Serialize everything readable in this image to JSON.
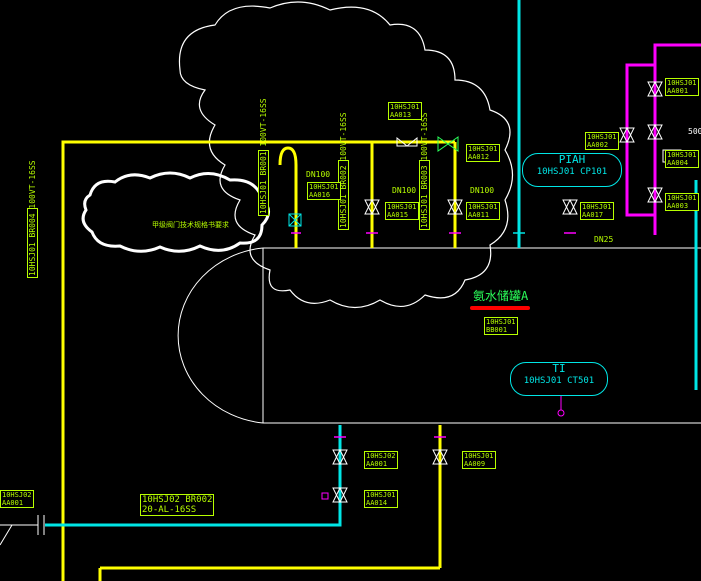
{
  "tags": {
    "aa013": "10HSJ01\nAA013",
    "aa012": "10HSJ01\nAA012",
    "aa016": "10HSJ01\nAA016",
    "aa015": "10HSJ01\nAA015",
    "aa011": "10HSJ01\nAA011",
    "aa017": "10HSJ01\nAA017",
    "aa002": "10HSJ01\nAA002",
    "aa001_right": "10HSJ01\nAA001",
    "aa004": "10HSJ01\nAA004",
    "aa003": "10HSJ01\nAA003",
    "bb001": "10HSJ01\nBB001",
    "aa001_bottom": "10HSJ02\nAA001",
    "aa014": "10HSJ01\nAA014",
    "aa009": "10HSJ01\nAA009",
    "left_edge": "10HSJ02\nAA001",
    "br002": "10HSJ02 BR002\n20-AL-16SS"
  },
  "vertical_tags": {
    "br004": "10HSJ01 BR004\n100VT-16SS",
    "br001": "10HSJ01 BR001\n100VT-16SS",
    "br002_v": "10HSJ01 BR002\n100VT-16SS",
    "br003": "10HSJ01 BR003\n100VT-16SS"
  },
  "labels": {
    "dn100_a": "DN100",
    "dn100_b": "DN100",
    "dn100_c": "DN100",
    "dn25": "DN25",
    "val500": "500"
  },
  "instruments": {
    "piah": {
      "top": "PIAH",
      "bottom": "10HSJ01 CP101"
    },
    "ti": {
      "top": "TI",
      "bottom": "10HSJ01 CT501"
    }
  },
  "tank_label": "氨水储罐A",
  "cloud_note": "甲级阀门技术规格书要求",
  "colors": {
    "yellow": "#ffff00",
    "cyan": "#00e6e6",
    "magenta": "#ff00ff",
    "white": "#ffffff",
    "tag_green": "#b8ff00",
    "red": "#ff0000"
  }
}
